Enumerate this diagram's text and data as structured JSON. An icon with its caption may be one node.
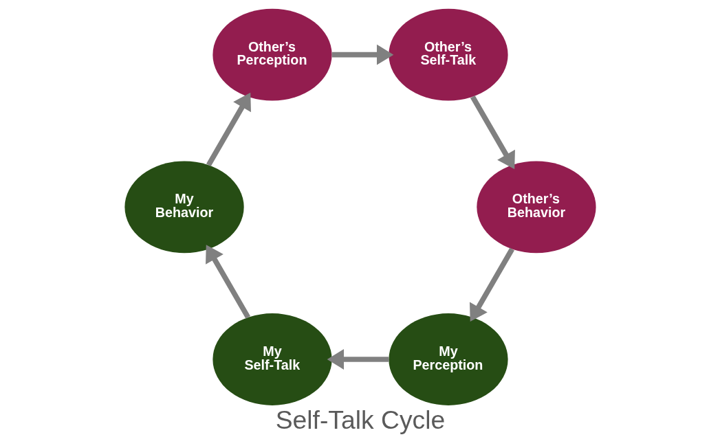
{
  "diagram": {
    "title": "Self-Talk Cycle",
    "nodes": [
      {
        "text": [
          "My Perception"
        ]
      },
      {
        "text": [
          "My Self-Talk"
        ]
      },
      {
        "text": [
          "My Behavior"
        ]
      },
      {
        "text": [
          "Other’s Perception"
        ]
      },
      {
        "text": [
          "Other’s Self-Talk"
        ]
      },
      {
        "text": [
          "Other’s Behavior"
        ]
      }
    ],
    "edges": [
      {
        "from": 5,
        "to": 0,
        "arrow": "to"
      },
      {
        "from": 0,
        "to": 1,
        "arrow": "to"
      },
      {
        "from": 1,
        "to": 2,
        "arrow": "to"
      },
      {
        "from": 2,
        "to": 3,
        "arrow": "to"
      },
      {
        "from": 3,
        "to": 4,
        "arrow": "to"
      },
      {
        "from": 4,
        "to": 5,
        "arrow": "to"
      }
    ]
  }
}
